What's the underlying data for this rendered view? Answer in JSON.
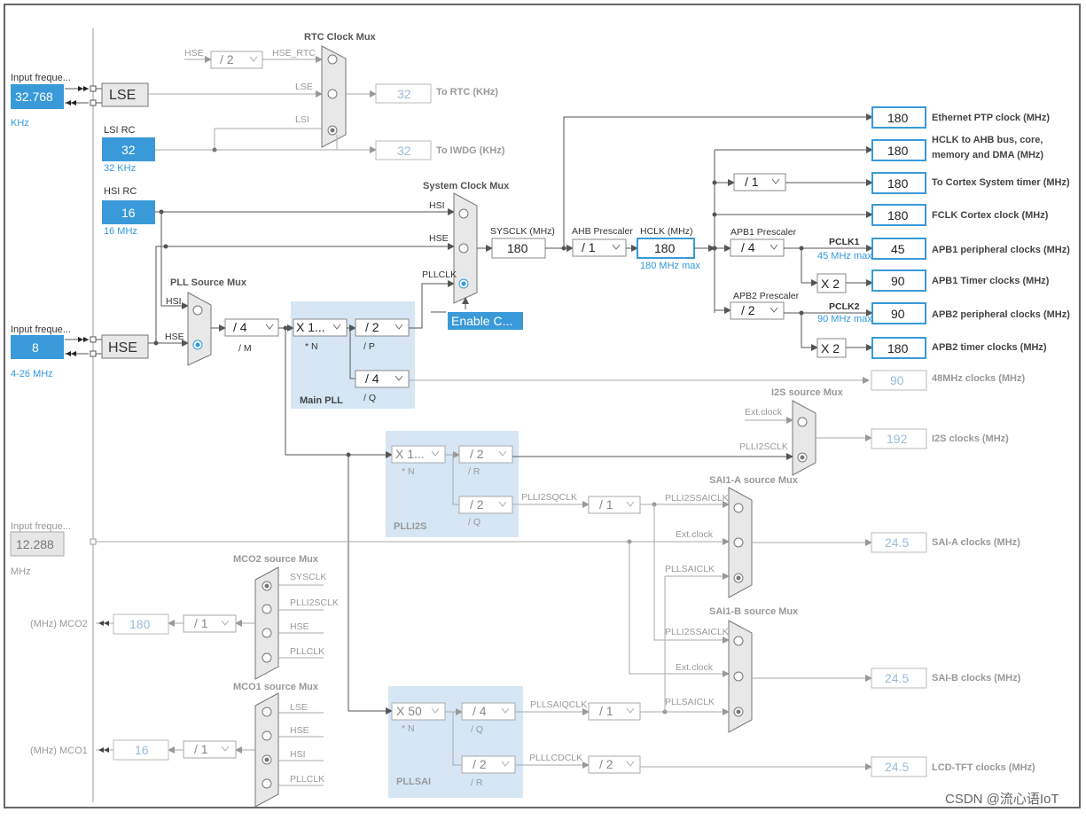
{
  "inputs": {
    "lse_freq": {
      "label": "Input freque...",
      "value": "32.768",
      "unit": "KHz"
    },
    "hse_freq": {
      "label": "Input freque...",
      "value": "8",
      "unit": "4-26 MHz"
    },
    "ext_freq": {
      "label": "Input freque...",
      "value": "12.288",
      "unit": "MHz"
    }
  },
  "sources": {
    "lse": "LSE",
    "hse": "HSE",
    "lsi": {
      "label": "LSI RC",
      "value": "32",
      "sub": "32 KHz"
    },
    "hsi": {
      "label": "HSI RC",
      "value": "16",
      "sub": "16 MHz"
    }
  },
  "rtc_mux": {
    "title": "RTC Clock Mux",
    "hse": "HSE",
    "div": "/ 2",
    "hse_rtc": "HSE_RTC",
    "lse": "LSE",
    "lsi": "LSI",
    "out_rtc": "32",
    "out_rtc_label": "To RTC (KHz)",
    "out_iwdg": "32",
    "out_iwdg_label": "To IWDG (KHz)"
  },
  "pll_src_mux": {
    "title": "PLL Source Mux",
    "hsi": "HSI",
    "hse": "HSE",
    "div_m": "/ 4",
    "m_label": "/ M"
  },
  "main_pll": {
    "title": "Main PLL",
    "mul_n": "X 1...",
    "n_label": "* N",
    "div_p": "/ 2",
    "p_label": "/ P",
    "div_q": "/ 4",
    "q_label": "/ Q"
  },
  "sys_mux": {
    "title": "System Clock Mux",
    "hsi": "HSI",
    "hse": "HSE",
    "pllclk": "PLLCLK",
    "enable": "Enable C..."
  },
  "sysclk": {
    "label": "SYSCLK (MHz)",
    "value": "180"
  },
  "ahb": {
    "label": "AHB Prescaler",
    "div": "/ 1"
  },
  "hclk": {
    "label": "HCLK (MHz)",
    "value": "180",
    "max": "180 MHz max"
  },
  "cortex_div": "/ 1",
  "apb1": {
    "label": "APB1 Prescaler",
    "div": "/ 4",
    "pclk": "PCLK1",
    "max": "45 MHz max",
    "x2": "X 2"
  },
  "apb2": {
    "label": "APB2 Prescaler",
    "div": "/ 2",
    "pclk": "PCLK2",
    "max": "90 MHz max",
    "x2": "X 2"
  },
  "outputs": {
    "eth": {
      "value": "180",
      "label": "Ethernet PTP clock (MHz)"
    },
    "hclk_ahb": {
      "value": "180",
      "label1": "HCLK to AHB bus, core,",
      "label2": "memory and DMA (MHz)"
    },
    "cortex": {
      "value": "180",
      "label": "To Cortex System timer (MHz)"
    },
    "fclk": {
      "value": "180",
      "label": "FCLK Cortex clock (MHz)"
    },
    "apb1_periph": {
      "value": "45",
      "label": "APB1 peripheral clocks (MHz)"
    },
    "apb1_timer": {
      "value": "90",
      "label": "APB1 Timer clocks (MHz)"
    },
    "apb2_periph": {
      "value": "90",
      "label": "APB2 peripheral clocks (MHz)"
    },
    "apb2_timer": {
      "value": "180",
      "label": "APB2 timer clocks (MHz)"
    },
    "clk48": {
      "value": "90",
      "label": "48MHz clocks (MHz)"
    },
    "i2s": {
      "value": "192",
      "label": "I2S clocks (MHz)"
    },
    "saia": {
      "value": "24.5",
      "label": "SAI-A clocks (MHz)"
    },
    "saib": {
      "value": "24.5",
      "label": "SAI-B clocks (MHz)"
    },
    "lcd": {
      "value": "24.5",
      "label": "LCD-TFT clocks (MHz)"
    }
  },
  "i2s_mux": {
    "title": "I2S source Mux",
    "ext": "Ext.clock",
    "plli2sclk": "PLLI2SCLK"
  },
  "plli2s": {
    "title": "PLLI2S",
    "mul_n": "X 1...",
    "n_label": "* N",
    "div_r": "/ 2",
    "r_label": "/ R",
    "div_q": "/ 2",
    "q_label": "/ Q",
    "qclk": "PLLI2SQCLK",
    "div_qq": "/ 1"
  },
  "saia_mux": {
    "title": "SAI1-A source Mux",
    "plli2ssaiclk": "PLLI2SSAICLK",
    "ext": "Ext.clock",
    "pllsaiclk": "PLLSAICLK"
  },
  "saib_mux": {
    "title": "SAI1-B source Mux",
    "plli2ssaiclk": "PLLI2SSAICLK",
    "ext": "Ext.clock",
    "pllsaiclk": "PLLSAICLK"
  },
  "pllsai": {
    "title": "PLLSAI",
    "mul_n": "X 50",
    "n_label": "* N",
    "div_q": "/ 4",
    "q_label": "/ Q",
    "div_r": "/ 2",
    "r_label": "/ R",
    "qclk": "PLLSAIQCLK",
    "div_qq": "/ 1",
    "cdclk": "PLLLCDCLK",
    "div_cd": "/ 2"
  },
  "mco2": {
    "title": "MCO2 source Mux",
    "sysclk": "SYSCLK",
    "plli2sclk": "PLLI2SCLK",
    "hse": "HSE",
    "pllclk": "PLLCLK",
    "div": "/ 1",
    "value": "180",
    "label": "(MHz) MCO2"
  },
  "mco1": {
    "title": "MCO1 source Mux",
    "lse": "LSE",
    "hse": "HSE",
    "hsi": "HSI",
    "pllclk": "PLLCLK",
    "div": "/ 1",
    "value": "16",
    "label": "(MHz) MCO1"
  },
  "watermark": "CSDN @流心语IoT"
}
